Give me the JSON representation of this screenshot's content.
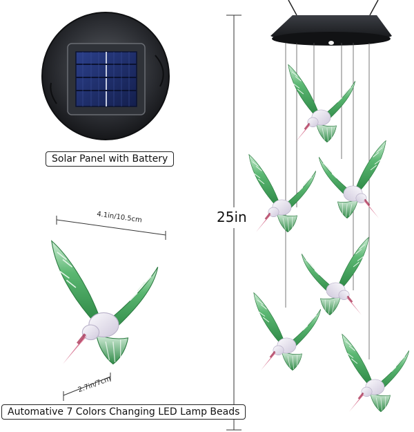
{
  "labels": {
    "solar_panel": "Solar Panel with Battery",
    "led_beads": "Automative 7 Colors Changing LED Lamp Beads"
  },
  "dimensions": {
    "width": "4.1in/10.5cm",
    "depth": "2.7in/7cm",
    "height": "25in"
  },
  "colors": {
    "wing_green": "#3f9a55",
    "wing_light": "#a9dbb4",
    "body_clear": "#e8e4ee",
    "beak_red": "#b0204a",
    "panel_dark": "#1b1e24",
    "solar_cell": "#1e2f6e"
  }
}
